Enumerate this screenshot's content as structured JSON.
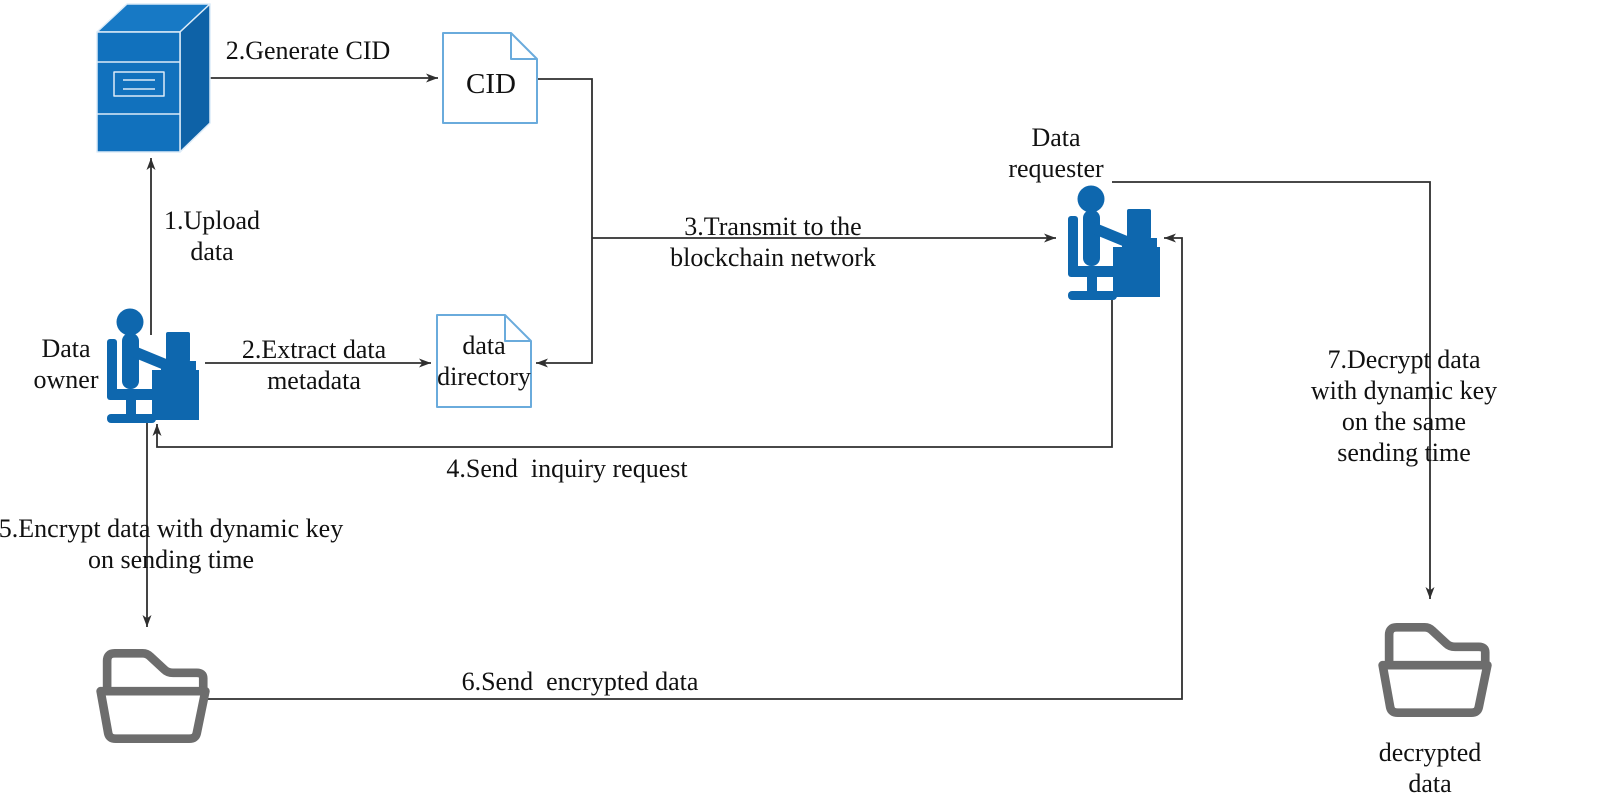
{
  "diagram": {
    "title": "",
    "nodes": {
      "server": {
        "label": "",
        "icon": "server-3d-icon"
      },
      "cid_document": {
        "label": "CID",
        "icon": "document-icon"
      },
      "data_owner": {
        "label": "Data\nowner",
        "icon": "person-at-desk-icon"
      },
      "data_directory_document": {
        "label": "data\ndirectory",
        "icon": "document-icon"
      },
      "data_requester": {
        "label": "Data\nrequester",
        "icon": "person-at-desk-icon"
      },
      "encrypted_data_folder": {
        "label": "",
        "icon": "folder-icon"
      },
      "decrypted_data_folder": {
        "label": "decrypted\ndata",
        "icon": "folder-icon"
      }
    },
    "edges": {
      "upload_data": {
        "label": "1.Upload\ndata",
        "from": "data_owner",
        "to": "server"
      },
      "generate_cid": {
        "label": "2.Generate CID",
        "from": "server",
        "to": "cid_document"
      },
      "extract_metadata": {
        "label": "2.Extract data\nmetadata",
        "from": "data_owner",
        "to": "data_directory_document"
      },
      "cid_to_directory": {
        "label": "",
        "from": "cid_document",
        "to": "data_directory_document"
      },
      "transmit_blockchain": {
        "label": "3.Transmit to the\nblockchain network",
        "from": "cid_document",
        "to": "data_requester"
      },
      "send_inquiry": {
        "label": "4.Send  inquiry request",
        "from": "data_requester",
        "to": "data_owner"
      },
      "encrypt_data": {
        "label": "5.Encrypt data with dynamic key\non sending time",
        "from": "data_owner",
        "to": "encrypted_data_folder"
      },
      "send_encrypted": {
        "label": "6.Send  encrypted data",
        "from": "encrypted_data_folder",
        "to": "data_requester"
      },
      "decrypt_data": {
        "label": "7.Decrypt data with dynamic key\non the same sending time",
        "from": "data_requester",
        "to": "decrypted_data_folder"
      }
    },
    "colors": {
      "icon_blue": "#0e67ae",
      "server_blue_front": "#1171bd",
      "server_blue_top": "#1779c5",
      "server_blue_side": "#0e62a7",
      "document_border": "#6aabdc",
      "folder_gray": "#6d6d6d",
      "line": "#2f2f2f",
      "text": "#111111",
      "background": "#ffffff"
    }
  }
}
